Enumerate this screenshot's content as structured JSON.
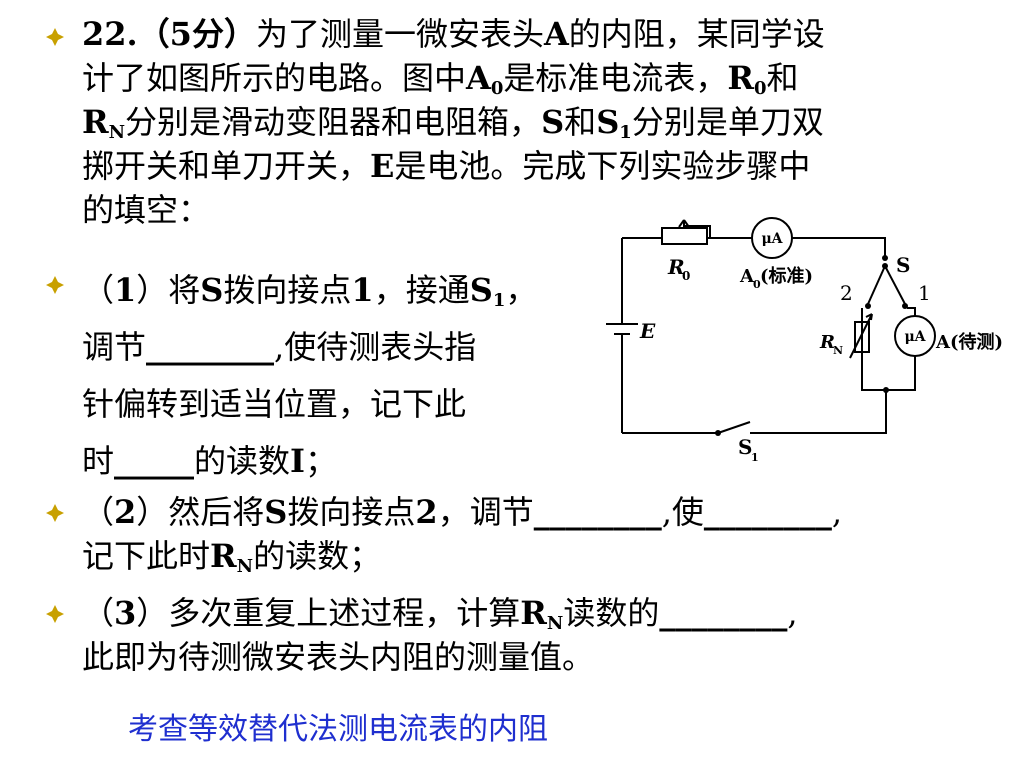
{
  "question": {
    "number": "22.",
    "points": "（5分）",
    "intro_a": "为了测量一微安表头",
    "intro_b": "A",
    "intro_c": "的内阻，某同学设",
    "line2_a": "计了如图所示的电路。图中",
    "line2_b": "A",
    "line2_sub": "0",
    "line2_c": "是标准电流表，",
    "line2_d": "R",
    "line2_sub2": "0",
    "line2_e": "和",
    "line3_a": "R",
    "line3_sub": "N",
    "line3_b": "分别是滑动变阻器和电阻箱，",
    "line3_c": "S",
    "line3_d": "和",
    "line3_e": "S",
    "line3_sub2": "1",
    "line3_f": "分别是单刀双",
    "line4_a": "掷开关和单刀开关，",
    "line4_b": "E",
    "line4_c": "是电池。完成下列实验步骤中",
    "line5": "的填空："
  },
  "step1": {
    "a": "（",
    "num": "1",
    "b": "）将",
    "s": "S",
    "c": "拨向接点",
    "one": "1",
    "d": "，接通",
    "s1": "S",
    "s1sub": "1",
    "e": "，",
    "line2_a": "调节",
    "blank1": "________",
    "line2_b": ",使待测表头指",
    "line3": "针偏转到适当位置，记下此",
    "line4_a": "时",
    "blank2": "_____",
    "line4_b": "的读数",
    "I": "I",
    "line4_c": "；"
  },
  "step2": {
    "a": "（",
    "num": "2",
    "b": "）然后将",
    "s": "S",
    "c": "拨向接点",
    "two": "2",
    "d": "，调节",
    "blank1": "________",
    "e": ",使",
    "blank2": "________",
    "f": ",",
    "line2_a": "记下此时",
    "rn": "R",
    "rnsub": "N",
    "line2_b": "的读数；"
  },
  "step3": {
    "a": "（",
    "num": "3",
    "b": "）多次重复上述过程，计算",
    "rn": "R",
    "rnsub": "N",
    "c": "读数的",
    "blank": "________",
    "d": ",",
    "line2": "此即为待测微安表头内阻的测量值。"
  },
  "diagram": {
    "r0": "R",
    "r0sub": "0",
    "a0_meter": "μA",
    "a0_label": "A",
    "a0_sub": "0",
    "a0_note": "(标准)",
    "s_label": "S",
    "pos2": "2",
    "pos1": "1",
    "e_label": "E",
    "rn": "R",
    "rnsub": "N",
    "a_meter": "μA",
    "a_label": "A(待测)",
    "s1": "S",
    "s1sub": "1"
  },
  "footer": "考查等效替代法测电流表的内阻",
  "colors": {
    "bullet": "#c8a000",
    "footer": "#1f2fcf"
  }
}
